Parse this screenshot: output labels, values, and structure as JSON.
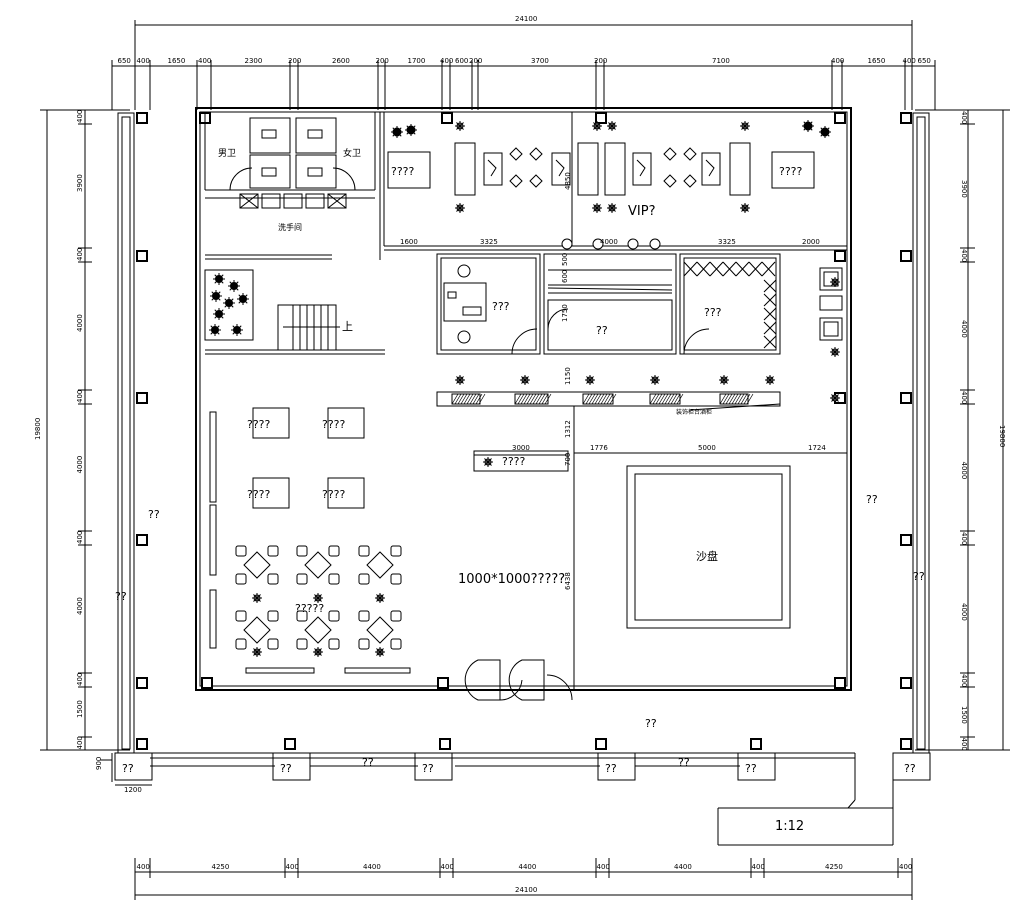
{
  "dims": {
    "top_total": "24100",
    "top_segments": [
      "650",
      "400",
      "1650",
      "400",
      "2300",
      "200",
      "2600",
      "200",
      "1700",
      "400",
      "600",
      "200",
      "3700",
      "200",
      "7100",
      "400",
      "1650",
      "400",
      "650"
    ],
    "bottom_total": "24100",
    "bottom_segments": [
      "400",
      "4250",
      "400",
      "4400",
      "400",
      "4400",
      "400",
      "4400",
      "400",
      "4250",
      "400"
    ],
    "left_total": "19800",
    "left_segments": [
      "400",
      "3900",
      "400",
      "4000",
      "400",
      "4000",
      "400",
      "4000",
      "400",
      "1500",
      "400"
    ],
    "right_total": "19800",
    "right_segments": [
      "400",
      "3900",
      "400",
      "4000",
      "400",
      "4000",
      "400",
      "4000",
      "400",
      "1500",
      "400"
    ],
    "interior": {
      "vip_row": [
        "1600",
        "3325",
        "4000",
        "3325",
        "2000"
      ],
      "mid_row": [
        "3000",
        "1776",
        "5000",
        "1724"
      ],
      "vertical": [
        "500",
        "600",
        "1750",
        "1150",
        "1312",
        "700",
        "6438"
      ],
      "small_dim_a": "900",
      "small_dim_b": "1200",
      "vip_side": "4850"
    }
  },
  "labels": {
    "wc_male": "男卫",
    "wc_female": "女卫",
    "washroom": "洗手间",
    "stairs_up": "上",
    "vip": "VIP?",
    "vip_left_table": "????",
    "vip_right_table": "????",
    "office_a": "???",
    "office_b": "??",
    "office_c": "???",
    "reception": "????",
    "counter_note": "装饰柜台酒柜",
    "tables": [
      "????",
      "????",
      "????",
      "????"
    ],
    "dining_area": "?????",
    "tile_note": "1000*1000?????",
    "sandbox": "沙盘",
    "left_outside": "??",
    "left_corridor": "??",
    "right_outside": "??",
    "right_corridor": "??",
    "entrance": "??",
    "bottom_boxes": [
      "??",
      "??",
      "??",
      "??",
      "??",
      "??"
    ],
    "bottom_walk": [
      "??",
      "??"
    ],
    "ramp": "1:12"
  }
}
